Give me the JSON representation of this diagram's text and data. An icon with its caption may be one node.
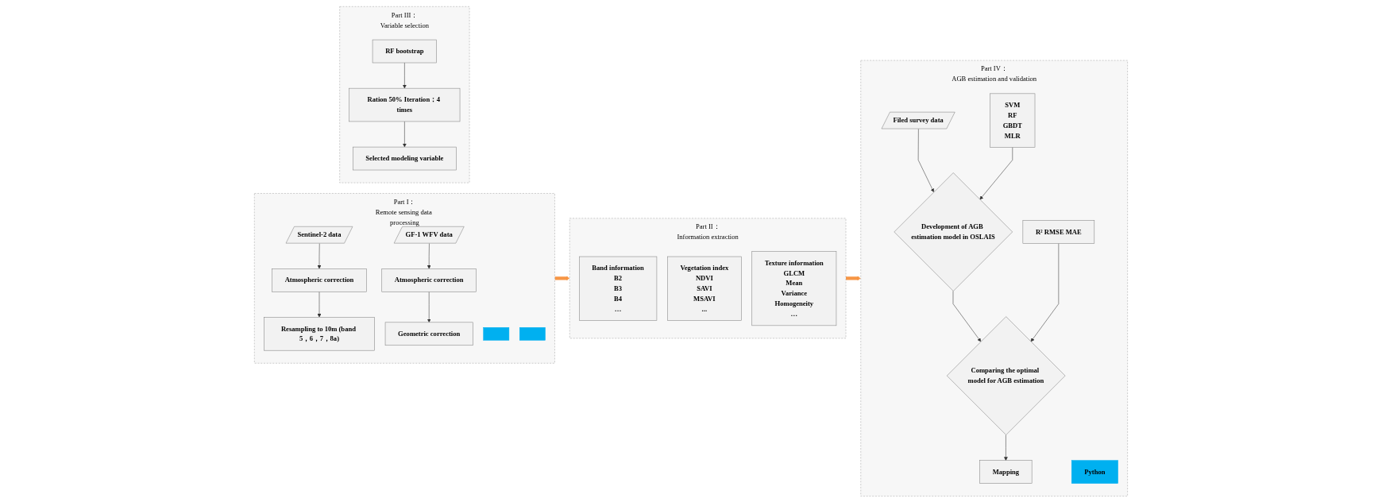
{
  "diagram": {
    "nodes": [
      {
        "text": [
          "Part I：",
          "Remote sensing data processing"
        ]
      },
      {
        "text": [
          "Sentinel-2 data"
        ],
        "in": 0
      },
      {
        "text": [
          "GF-1 WFV data"
        ],
        "in": 0
      },
      {
        "text": [
          "Atmospheric correction"
        ],
        "in": 0
      },
      {
        "text": [
          "Atmospheric correction"
        ],
        "in": 0
      },
      {
        "text": [],
        "shape": "box",
        "in": 0
      },
      {
        "text": [
          "Resampling to 10m (band 5，6，7，8a)"
        ],
        "in": 0
      },
      {
        "text": [
          "Geometric correction"
        ],
        "in": 0
      },
      {
        "text": [],
        "shape": "box",
        "in": 0
      },
      {
        "text": [
          "Part II：",
          "Information extraction"
        ]
      },
      {
        "text": [
          "Band information",
          "B2",
          "B3",
          "B4",
          "…"
        ],
        "in": 9
      },
      {
        "text": [
          "Vegetation index",
          "NDVI",
          "SAVI",
          "MSAVI",
          "..."
        ],
        "in": 9
      },
      {
        "text": [
          "Texture information",
          "GLCM",
          "Mean",
          "Variance",
          "Homogeneity",
          "…"
        ],
        "in": 9
      },
      {
        "text": [
          "Part III：",
          "Variable selection"
        ]
      },
      {
        "text": [
          "RF bootstrap"
        ],
        "in": 13
      },
      {
        "text": [
          "Ration 50% Iteration：4 times"
        ],
        "in": 13
      },
      {
        "text": [
          "Selected modeling variable"
        ],
        "in": 13
      },
      {
        "text": [
          "Part IV：",
          "AGB estimation and validation"
        ]
      },
      {
        "text": [
          "Filed survey data"
        ],
        "in": 17
      },
      {
        "text": [
          "Development of AGB estimation model in OSLAIS"
        ],
        "in": 17
      },
      {
        "text": [
          "SVM",
          "RF",
          "GBDT",
          "MLR"
        ],
        "in": 17
      },
      {
        "text": [
          "Python"
        ],
        "in": 17
      },
      {
        "text": [
          "R² RMSE MAE"
        ],
        "in": 17
      },
      {
        "text": [
          "Comparing the optimal model for AGB estimation"
        ],
        "in": 17
      },
      {
        "text": [
          "Mapping"
        ],
        "in": 17
      }
    ],
    "edges": [
      {
        "from": 1,
        "to": 3,
        "arrow": "to"
      },
      {
        "from": 3,
        "to": 6,
        "arrow": "to"
      },
      {
        "from": 2,
        "to": 4,
        "arrow": "to"
      },
      {
        "from": 4,
        "to": 7,
        "arrow": "to"
      },
      {
        "from": 0,
        "to": 9,
        "arrow": "to",
        "style": "thick",
        "color": "#f79646"
      },
      {
        "from": 9,
        "to": 17,
        "arrow": "to",
        "style": "thick",
        "color": "#f79646"
      },
      {
        "from": 14,
        "to": 15,
        "arrow": "to"
      },
      {
        "from": 15,
        "to": 16,
        "arrow": "to"
      },
      {
        "from": 18,
        "to": 19,
        "arrow": "to"
      },
      {
        "from": 20,
        "to": 19,
        "arrow": "to"
      },
      {
        "from": 19,
        "to": 23,
        "arrow": "to"
      },
      {
        "from": 22,
        "to": 23,
        "arrow": "to"
      },
      {
        "from": 23,
        "to": 24,
        "arrow": "to"
      }
    ]
  }
}
